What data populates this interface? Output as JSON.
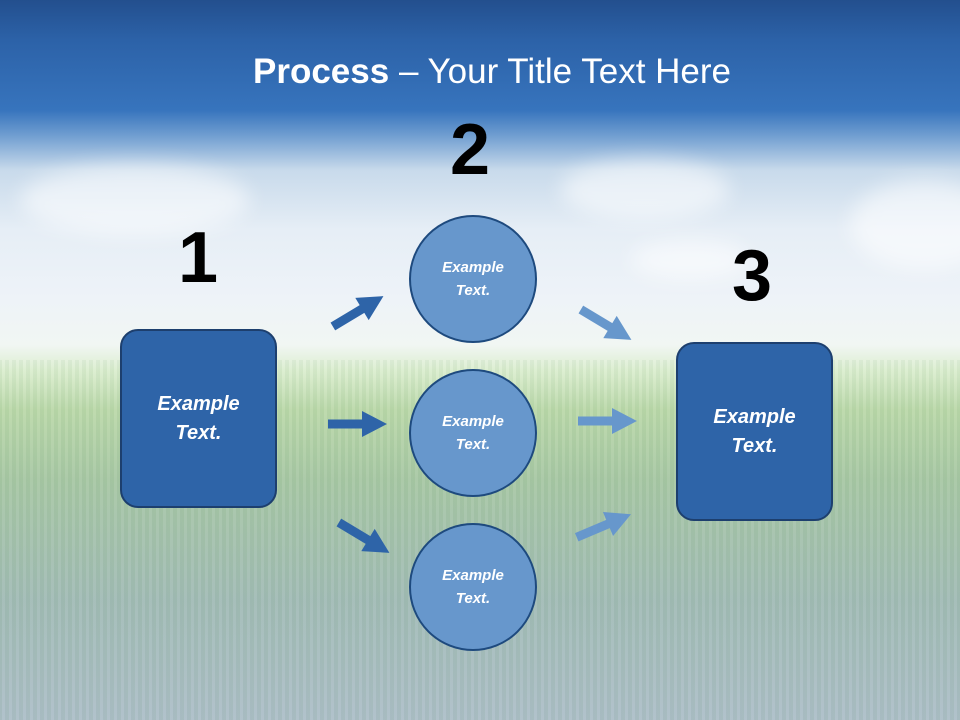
{
  "title": {
    "bold": "Process",
    "rest": " – Your Title Text Here"
  },
  "steps": [
    {
      "number": "1",
      "text": "Example\nText."
    },
    {
      "number": "2",
      "items": [
        "Example\nText.",
        "Example\nText.",
        "Example\nText."
      ]
    },
    {
      "number": "3",
      "text": "Example\nText."
    }
  ],
  "colors": {
    "box": "#2e64a8",
    "circle": "#6797cc",
    "arrow_dark": "#2e64a8",
    "arrow_light": "#6797cc"
  }
}
